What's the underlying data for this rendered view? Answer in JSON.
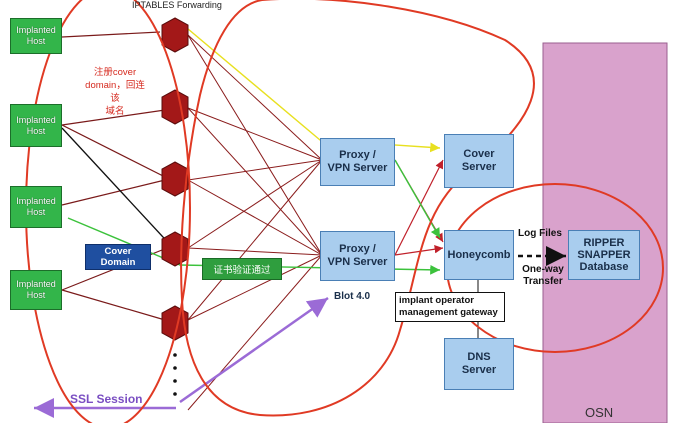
{
  "labels": {
    "iptables": "IPTABLES Forwarding",
    "annotation_register": "注册cover\ndomain，回连该\n域名",
    "cover_domain": "Cover Domain",
    "cert_verified": "证书验证通过",
    "blot": "Blot 4.0",
    "log_files": "Log Files",
    "one_way": "One-way\nTransfer",
    "ssl_session": "SSL Session",
    "osn": "OSN",
    "operator_gateway": "implant operator\nmanagement gateway"
  },
  "hosts": [
    "Implanted\nHost",
    "Implanted\nHost",
    "Implanted\nHost",
    "Implanted\nHost"
  ],
  "servers": {
    "proxy1": "Proxy /\nVPN Server",
    "proxy2": "Proxy /\nVPN Server",
    "cover": "Cover\nServer",
    "honeycomb": "Honeycomb",
    "dns": "DNS\nServer",
    "ripper": "RIPPER\nSNAPPER\nDatabase"
  },
  "colors": {
    "host_green": "#33b54a",
    "server_blue": "#a9cdee",
    "osn_pink": "#d9a2cc",
    "hexagon_red": "#a31818",
    "circle_red": "#e03a24",
    "cover_domain_blue": "#1f4fa0",
    "ssl_purple": "#9b6bd6"
  }
}
